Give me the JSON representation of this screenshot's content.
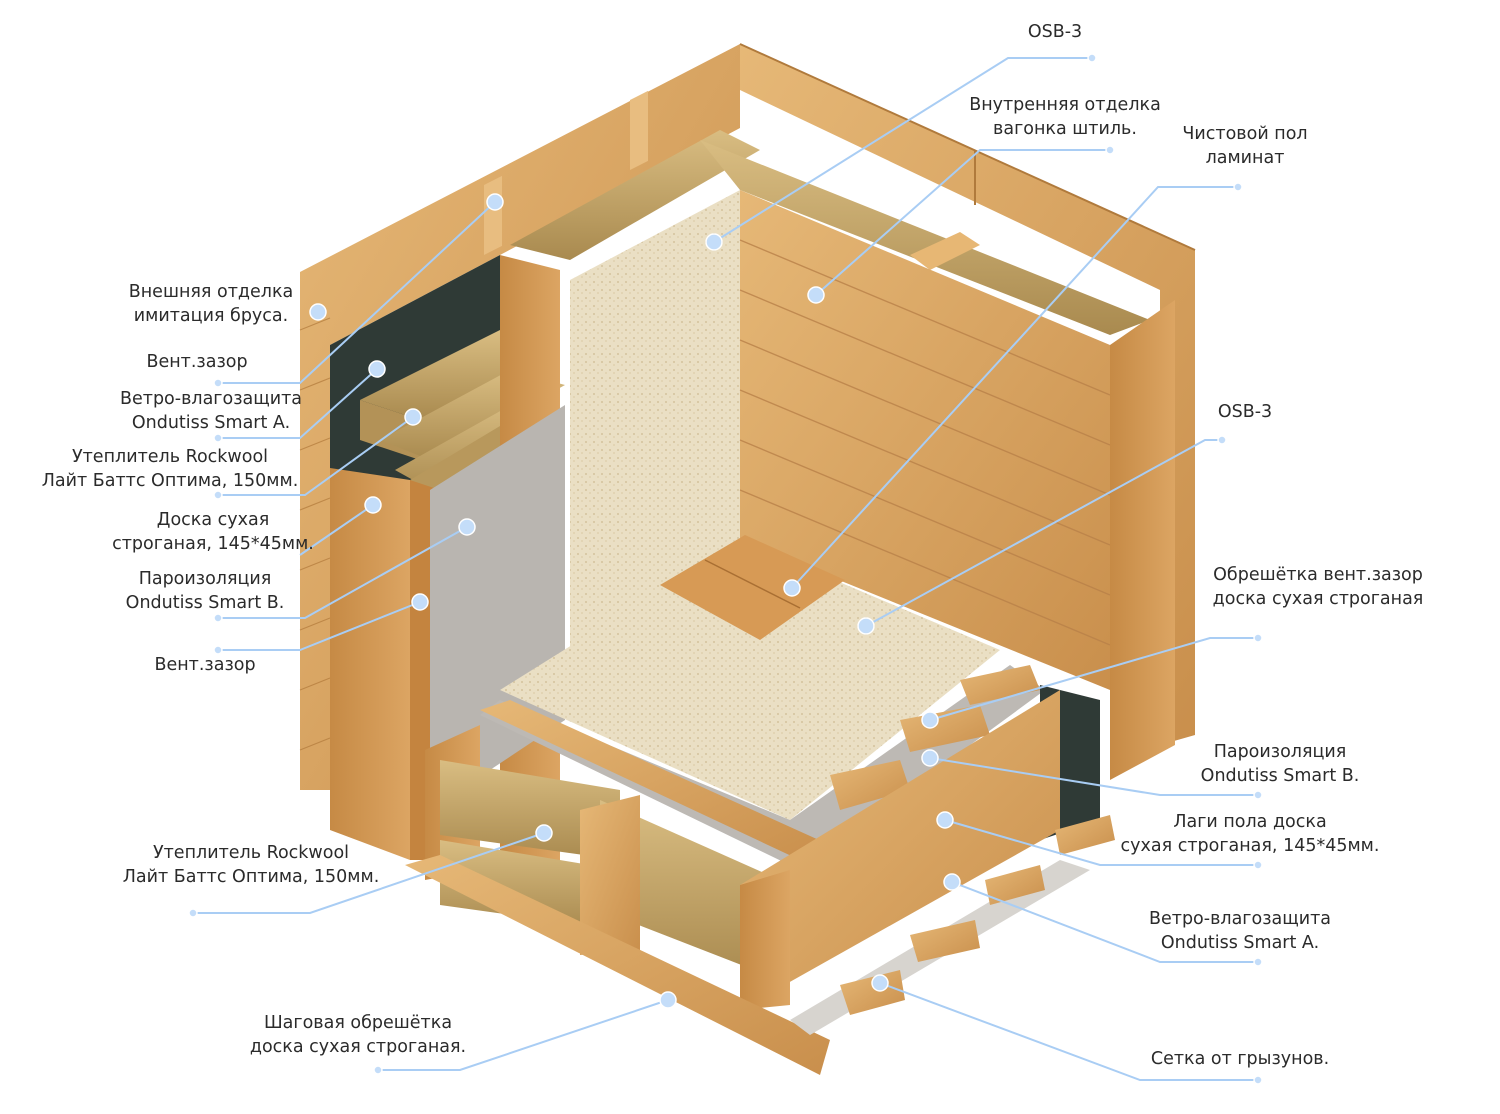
{
  "labels": {
    "osb_top": "OSB-3",
    "inner_finish": [
      "Внутренняя отделка",
      "вагонка штиль."
    ],
    "floor_finish": [
      "Чистовой пол",
      "ламинат"
    ],
    "osb_right": "OSB-3",
    "vent_batten": [
      "Обрешётка вент.зазор",
      "доска сухая строганая"
    ],
    "vapor_right": [
      "Пароизоляция",
      "Ondutiss Smart B."
    ],
    "floor_joists": [
      "Лаги пола доска",
      "сухая строганая, 145*45мм."
    ],
    "wind_right": [
      "Ветро-влагозащита",
      "Ondutiss Smart A."
    ],
    "rodent_mesh": "Сетка от грызунов.",
    "outer_finish": [
      "Внешняя отделка",
      "имитация бруса."
    ],
    "vent_gap_1": "Вент.зазор",
    "wind_left": [
      "Ветро-влагозащита",
      "Ondutiss Smart A."
    ],
    "insul_wall": [
      "Утеплитель Rockwool",
      "Лайт Баттс Оптима, 150мм."
    ],
    "board_wall": [
      "Доска сухая",
      "строганая, 145*45мм."
    ],
    "vapor_left": [
      "Пароизоляция",
      "Ondutiss Smart B."
    ],
    "vent_gap_2": "Вент.зазор",
    "insul_floor": [
      "Утеплитель Rockwool",
      "Лайт Баттс Оптима, 150мм."
    ],
    "step_batten": [
      "Шаговая обрешётка",
      "доска сухая строганая."
    ]
  },
  "colors": {
    "leader": "#a9cdf4",
    "dot": "#c4ddf9",
    "wood": "#d9a766",
    "osb": "#e9dcc0",
    "insulation": "#c9a869",
    "membrane_dark": "#2f3a36",
    "membrane_light": "#b9b5b0"
  }
}
